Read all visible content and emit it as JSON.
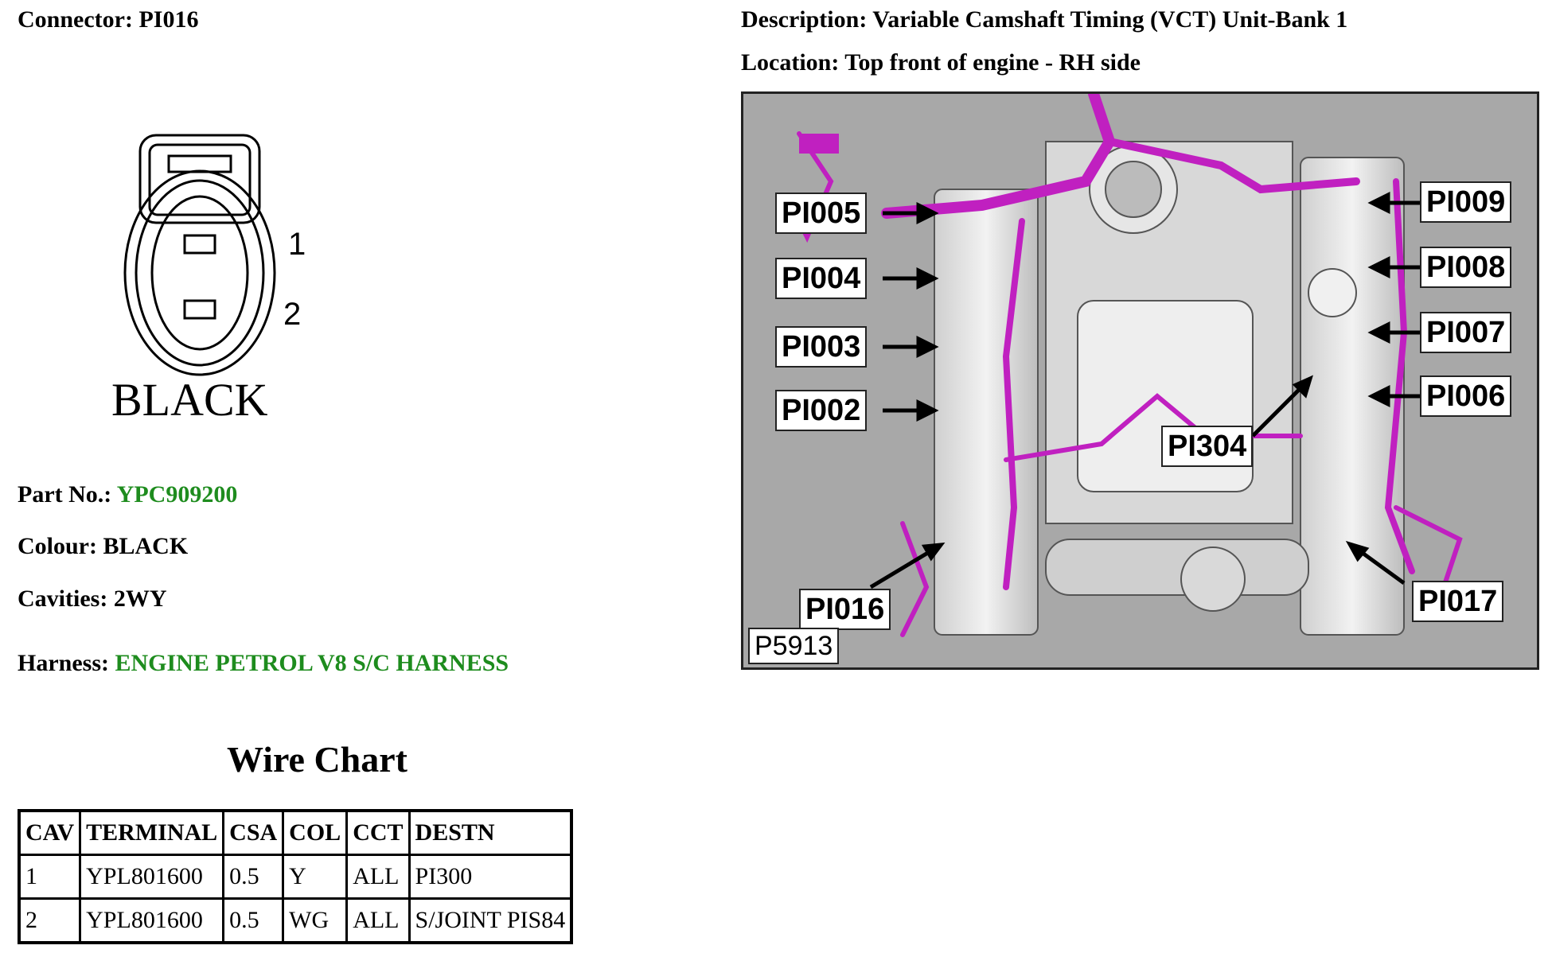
{
  "connector": {
    "label": "Connector:",
    "value": "PI016"
  },
  "description": {
    "label": "Description:",
    "value": "Variable Camshaft Timing (VCT) Unit-Bank 1"
  },
  "location": {
    "label": "Location:",
    "value": "Top front of engine - RH side"
  },
  "connector_drawing": {
    "pin1": "1",
    "pin2": "2",
    "colour_text": "BLACK"
  },
  "part": {
    "label": "Part No.:",
    "value": "YPC909200"
  },
  "colour": {
    "label": "Colour:",
    "value": "BLACK"
  },
  "cavities": {
    "label": "Cavities:",
    "value": "2WY"
  },
  "harness": {
    "label": "Harness:",
    "value": "ENGINE PETROL V8 S/C HARNESS"
  },
  "wire_chart": {
    "title": "Wire Chart",
    "headers": [
      "CAV",
      "TERMINAL",
      "CSA",
      "COL",
      "CCT",
      "DESTN"
    ],
    "rows": [
      [
        "1",
        "YPL801600",
        "0.5",
        "Y",
        "ALL",
        "PI300"
      ],
      [
        "2",
        "YPL801600",
        "0.5",
        "WG",
        "ALL",
        "S/JOINT PIS84"
      ]
    ]
  },
  "figure": {
    "id": "P5913",
    "callouts": {
      "pi005": "PI005",
      "pi004": "PI004",
      "pi003": "PI003",
      "pi002": "PI002",
      "pi009": "PI009",
      "pi008": "PI008",
      "pi007": "PI007",
      "pi006": "PI006",
      "pi304": "PI304",
      "pi016": "PI016",
      "pi017": "PI017"
    },
    "harness_color": "#c020c0",
    "background_color": "#a8a8a8"
  }
}
